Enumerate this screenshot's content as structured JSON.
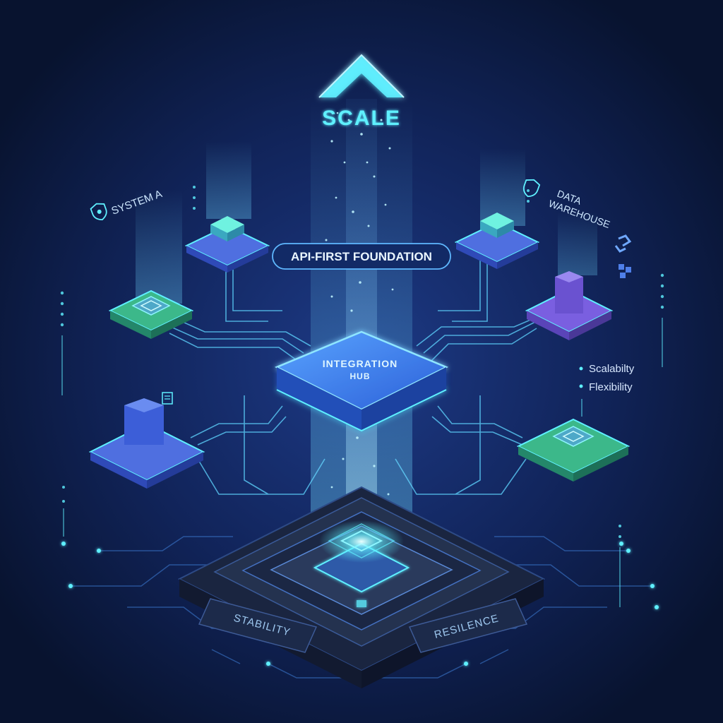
{
  "labels": {
    "scale": "SCALE",
    "system_a": "SYSTEM A",
    "data_warehouse_line1": "DATA",
    "data_warehouse_line2": "WAREHOUSE",
    "foundation": "API-FIRST FOUNDATION",
    "hub_line1": "INTEGRATION",
    "hub_line2": "HUB",
    "benefit_1": "Scalabilty",
    "benefit_2": "Flexibility",
    "stability": "STABILITY",
    "resilience": "RESILENCE"
  },
  "icons": {
    "system_a": "shield-icon",
    "data_warehouse": "shield-icon",
    "link": "link-icon",
    "plugin": "puzzle-icon",
    "document": "document-icon"
  },
  "colors": {
    "background": "#0b1838",
    "accent_cyan": "#5ff0ff",
    "node_blue": "#4f6fe0",
    "node_green": "#3cb88a",
    "node_purple": "#7a5fe0",
    "hub": "#3e78e8"
  }
}
